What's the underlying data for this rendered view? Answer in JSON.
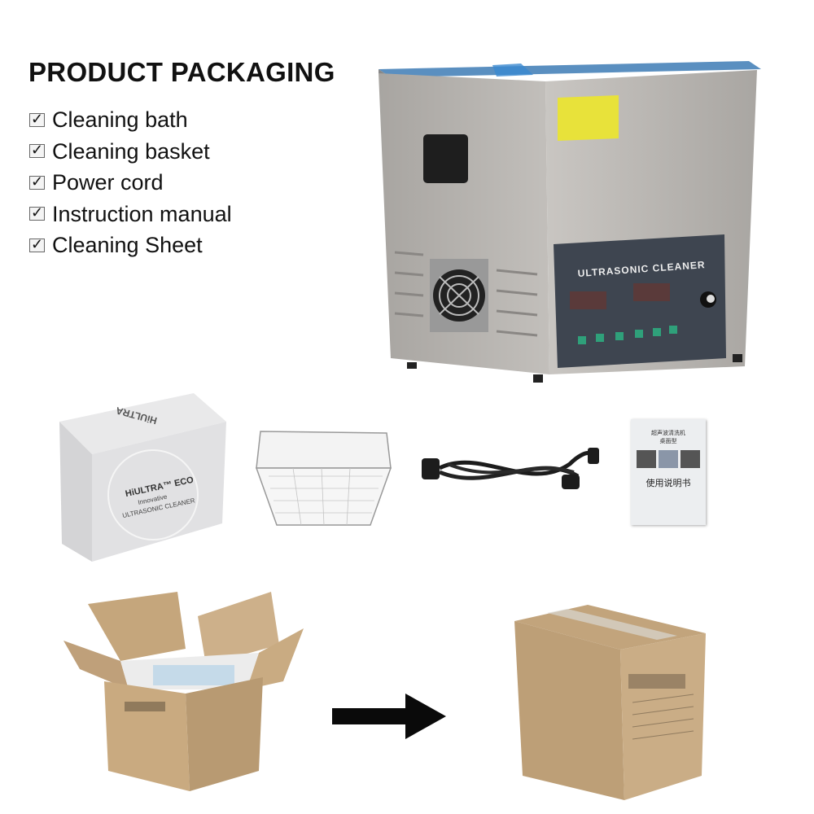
{
  "title": "PRODUCT PACKAGING",
  "items": [
    {
      "label": "Cleaning bath",
      "checked": true
    },
    {
      "label": "Cleaning basket",
      "checked": true
    },
    {
      "label": "Power cord",
      "checked": true
    },
    {
      "label": "Instruction manual",
      "checked": true
    },
    {
      "label": "Cleaning Sheet",
      "checked": true
    }
  ],
  "machine": {
    "panel_label": "ULTRASONIC CLEANER"
  },
  "retail_box": {
    "brand": "HiULTRA",
    "model": "HiULTRA™ ECO",
    "line1": "Innovative",
    "line2": "ULTRASONIC CLEANER"
  },
  "manual": {
    "title": "超声波清洗机",
    "subtitle": "桌面型",
    "heading": "使用说明书"
  },
  "colors": {
    "text": "#111111",
    "steel": "#b9b6b3",
    "panel": "#3e4550",
    "cardboard": "#c9ab82",
    "lid_blue": "#4a8fc9"
  }
}
